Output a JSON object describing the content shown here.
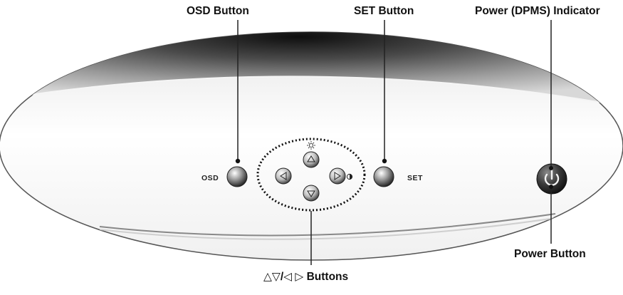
{
  "callouts": {
    "osd_button": "OSD Button",
    "set_button": "SET Button",
    "power_indicator": "Power (DPMS) Indicator",
    "power_button": "Power Button",
    "arrow_buttons": "△▽/◁ ▷ Buttons"
  },
  "panel": {
    "osd_label": "OSD",
    "set_label": "SET"
  },
  "icons": {
    "brightness": "sun-icon",
    "contrast": "half-circle-icon",
    "up": "triangle-up-icon",
    "down": "triangle-down-icon",
    "left": "triangle-left-icon",
    "right": "triangle-right-icon",
    "power": "power-icon"
  }
}
